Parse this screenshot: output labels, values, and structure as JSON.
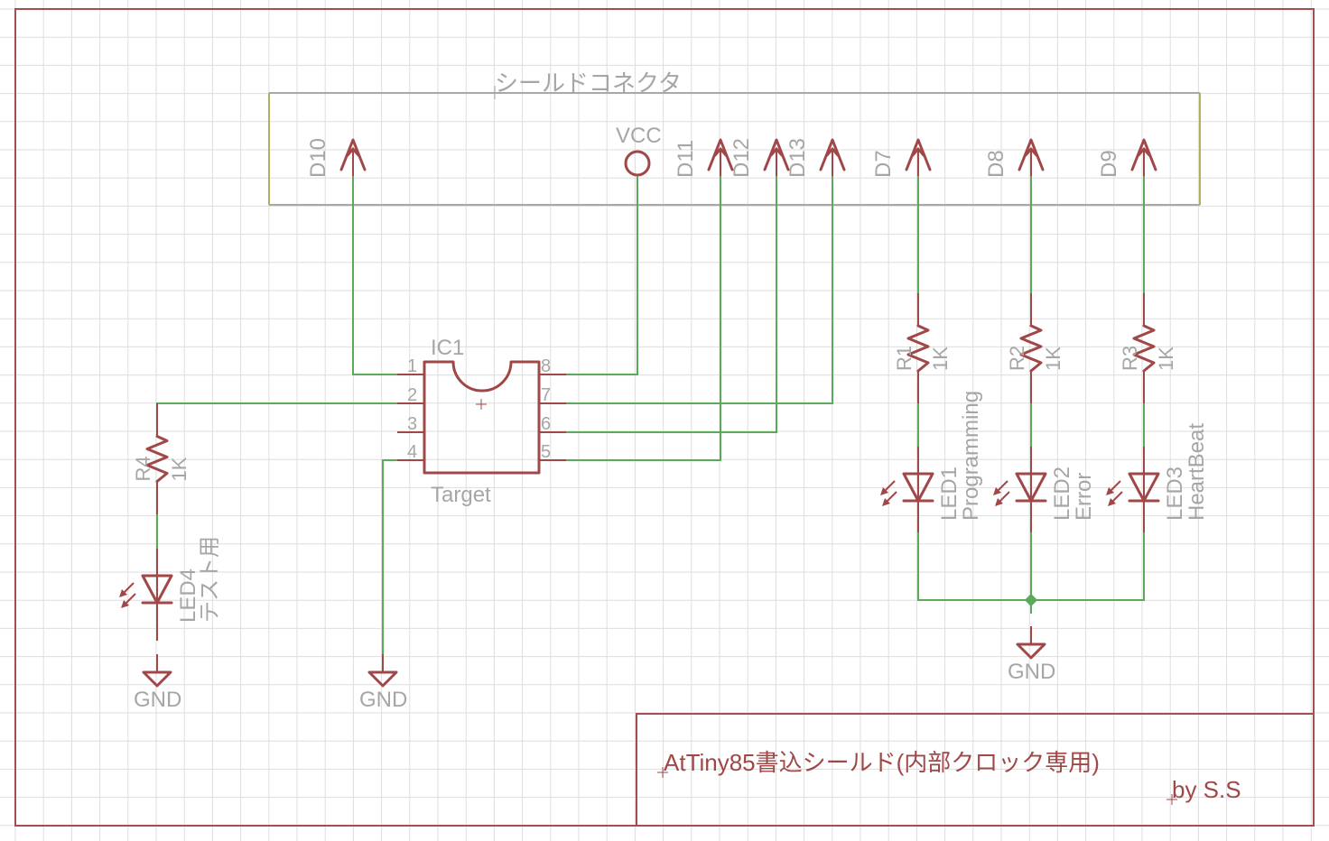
{
  "connector": {
    "name": "シールドコネクタ",
    "pins": [
      {
        "label": "D10",
        "type": "arrow"
      },
      {
        "label": "VCC",
        "type": "circle"
      },
      {
        "label": "D11",
        "type": "arrow"
      },
      {
        "label": "D12",
        "type": "arrow"
      },
      {
        "label": "D13",
        "type": "arrow"
      },
      {
        "label": "D7",
        "type": "arrow"
      },
      {
        "label": "D8",
        "type": "arrow"
      },
      {
        "label": "D9",
        "type": "arrow"
      }
    ]
  },
  "ic": {
    "name": "IC1",
    "value": "Target",
    "pins_left": [
      "1",
      "2",
      "3",
      "4"
    ],
    "pins_right": [
      "8",
      "7",
      "6",
      "5"
    ]
  },
  "resistors": [
    {
      "name": "R1",
      "value": "1K"
    },
    {
      "name": "R2",
      "value": "1K"
    },
    {
      "name": "R3",
      "value": "1K"
    },
    {
      "name": "R4",
      "value": "1K"
    }
  ],
  "leds": [
    {
      "name": "LED1",
      "value": "Programming"
    },
    {
      "name": "LED2",
      "value": "Error"
    },
    {
      "name": "LED3",
      "value": "HeartBeat"
    },
    {
      "name": "LED4",
      "value": "テスト用"
    }
  ],
  "grounds": [
    "GND",
    "GND",
    "GND"
  ],
  "title_block": {
    "title": "AtTiny85書込シールド(内部クロック専用)",
    "author": "by S.S"
  },
  "colors": {
    "symbol": "#a04848",
    "wire": "#5aaa5a",
    "label": "#a6a6a6",
    "frame": "#a05050",
    "grid": "#dedede"
  }
}
